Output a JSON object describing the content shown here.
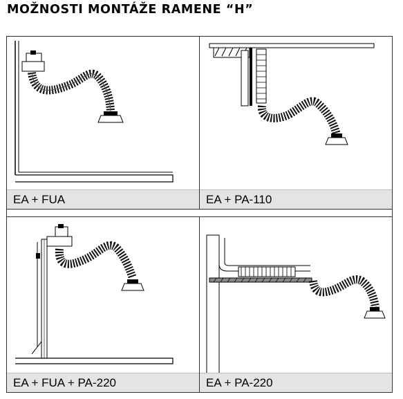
{
  "title": "MOŽNOSTI MONTÁŽE RAMENE “H”",
  "panels": [
    {
      "caption": "EA + FUA",
      "figure": "wall-mounted-fan-arm"
    },
    {
      "caption": "EA + PA-110",
      "figure": "ceiling-bracket-arm"
    },
    {
      "caption": "EA + FUA + PA-220",
      "figure": "column-mounted-fan-arm"
    },
    {
      "caption": "EA + PA-220",
      "figure": "wall-boom-arm"
    }
  ]
}
